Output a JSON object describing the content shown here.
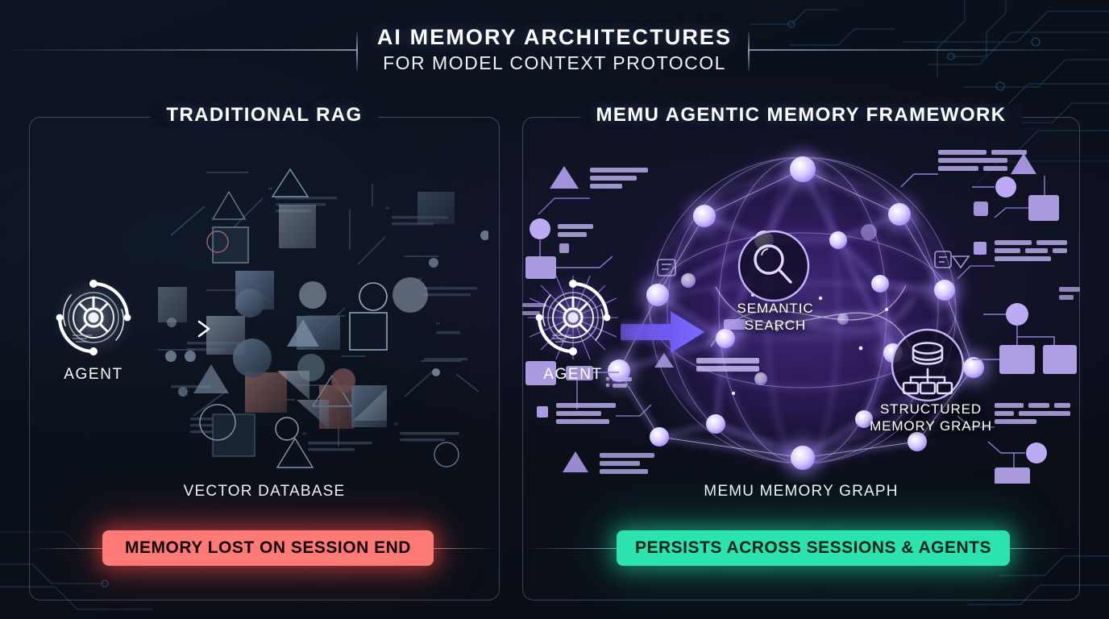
{
  "header": {
    "title_main": "AI MEMORY ARCHITECTURES",
    "title_sub": "FOR MODEL CONTEXT PROTOCOL"
  },
  "panels": {
    "left": {
      "title": "TRADITIONAL RAG",
      "agent_label": "AGENT",
      "store_label": "VECTOR DATABASE",
      "banner_label": "MEMORY LOST ON SESSION END",
      "banner_color": "#ff7a76",
      "banner_text_color": "#12070a"
    },
    "right": {
      "title": "MEMU AGENTIC MEMORY FRAMEWORK",
      "agent_label": "AGENT",
      "store_label": "MEMU MEMORY GRAPH",
      "banner_label": "PERSISTS ACROSS SESSIONS & AGENTS",
      "banner_color": "#2de3ad",
      "banner_text_color": "#04231c",
      "graph_tags": [
        {
          "id": "semantic",
          "line1": "SEMANTIC",
          "line2": "SEARCH",
          "icon": "magnifier-icon"
        },
        {
          "id": "structured",
          "line1": "STRUCTURED",
          "line2": "MEMORY GRAPH",
          "icon": "database-tree-icon"
        }
      ]
    }
  },
  "palette": {
    "background": "#0c1220",
    "panel_border": "#7d91b2",
    "accent_purple": "#a77ff0",
    "node_fill": "#cdc0f7",
    "arrow_purple": "#6d5bf0",
    "text_primary": "#ffffff",
    "vector_shape": "#56677f"
  },
  "icons": {
    "agent": "agent-core-icon",
    "flow_left": "arrow-right-thin-icon",
    "flow_right": "arrow-right-bold-icon"
  }
}
